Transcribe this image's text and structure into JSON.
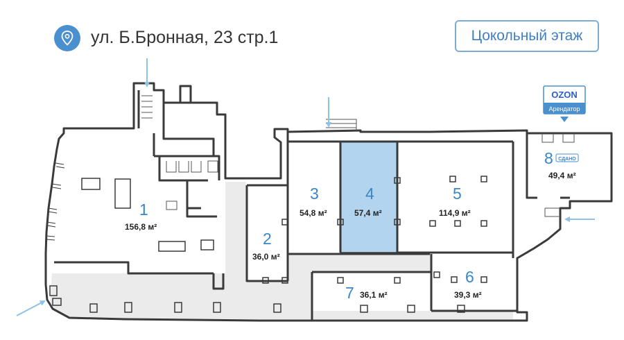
{
  "header": {
    "address": "ул. Б.Бронная, 23 стр.1",
    "floor_button": "Цокольный этаж"
  },
  "icons": {
    "location": "location-pin-icon",
    "arrow": "entrance-arrow-icon"
  },
  "colors": {
    "accent": "#4a8fce",
    "highlight": "#b3d4ee",
    "corridor": "#ebebeb"
  },
  "tenant": {
    "brand": "OZON",
    "label": "Арендатор",
    "rented": "СДАНО"
  },
  "rooms": [
    {
      "number": "1",
      "area": "156,8 м²"
    },
    {
      "number": "2",
      "area": "36,0 м²"
    },
    {
      "number": "3",
      "area": "54,8 м²"
    },
    {
      "number": "4",
      "area": "57,4 м²"
    },
    {
      "number": "5",
      "area": "114,9 м²"
    },
    {
      "number": "6",
      "area": "39,3 м²"
    },
    {
      "number": "7",
      "area": "36,1 м²"
    },
    {
      "number": "8",
      "area": "49,4 м²"
    }
  ]
}
